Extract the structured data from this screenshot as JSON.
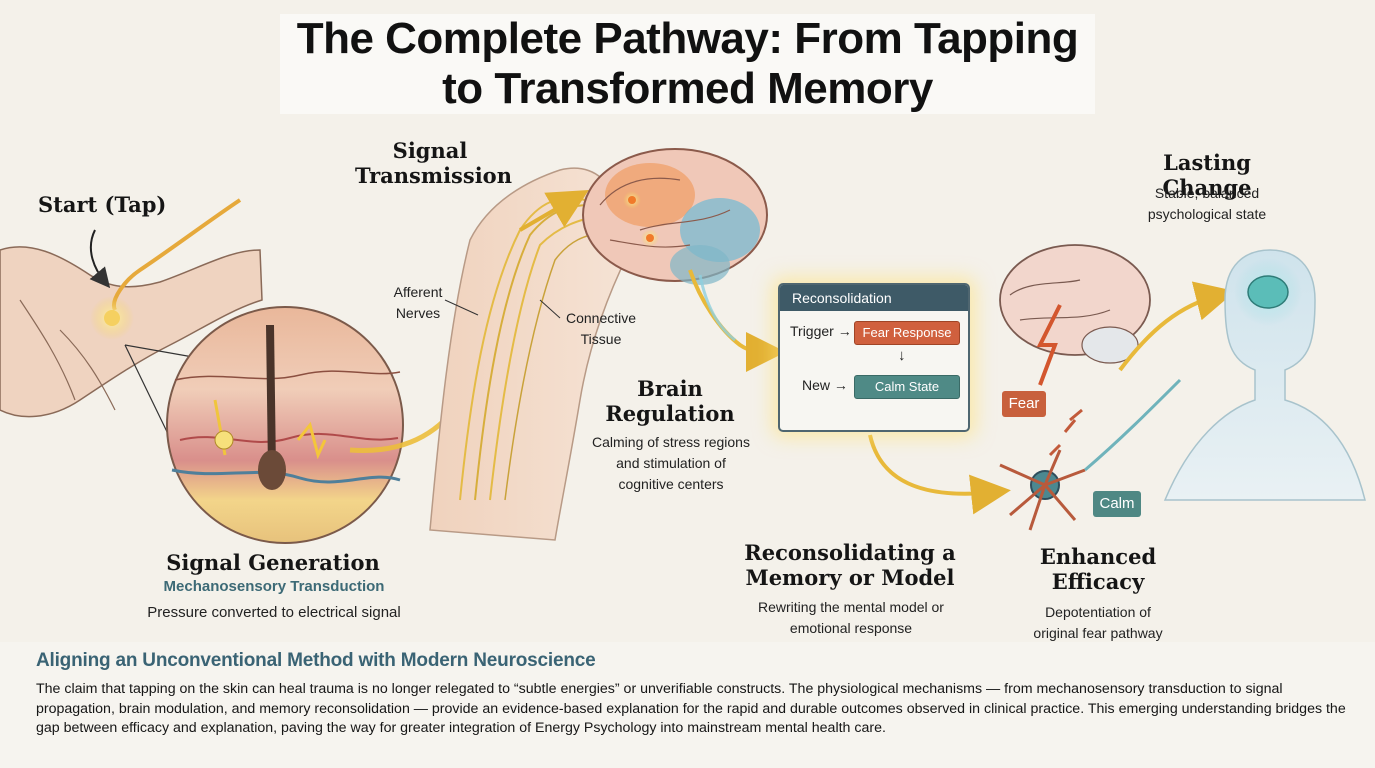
{
  "title": {
    "line1": "The Complete Pathway: From Tapping",
    "line2": "to Transformed Memory"
  },
  "start": {
    "label": "Start (Tap)"
  },
  "signal_generation": {
    "heading": "Signal Generation",
    "subheading": "Mechanosensory Transduction",
    "description": "Pressure converted to electrical signal"
  },
  "signal_transmission": {
    "heading_line1": "Signal",
    "heading_line2": "Transmission",
    "afferent_line1": "Afferent",
    "afferent_line2": "Nerves",
    "connective_line1": "Connective",
    "connective_line2": "Tissue"
  },
  "brain_regulation": {
    "heading_line1": "Brain",
    "heading_line2": "Regulation",
    "desc_line1": "Calming of stress regions",
    "desc_line2": "and stimulation of",
    "desc_line3": "cognitive centers"
  },
  "reconsolidation_card": {
    "header": "Reconsolidation",
    "trigger_label": "Trigger →",
    "fear_response": "Fear Response",
    "down_arrow": "↓",
    "new_label": "New →",
    "calm_state": "Calm State"
  },
  "reconsolidating": {
    "heading_line1": "Reconsolidating a",
    "heading_line2": "Memory or Model",
    "desc_line1": "Rewriting the mental model or",
    "desc_line2": "emotional response"
  },
  "enhanced_efficacy": {
    "heading_line1": "Enhanced",
    "heading_line2": "Efficacy",
    "desc_line1": "Depotentiation of",
    "desc_line2": "original fear pathway",
    "fear_tag": "Fear",
    "calm_tag": "Calm"
  },
  "lasting_change": {
    "heading": "Lasting Change",
    "desc_line1": "Stable, balanced",
    "desc_line2": "psychological state"
  },
  "footer": {
    "heading": "Aligning an Unconventional Method with Modern Neuroscience",
    "paragraph": "The claim that tapping on the skin can heal trauma is no longer relegated to “subtle energies” or unverifiable constructs. The physiological mechanisms — from mechanosensory transduction to signal propagation, brain modulation, and memory reconsolidation — provide an evidence-based explanation for the rapid and durable outcomes observed in clinical practice. This emerging understanding bridges the gap between efficacy and explanation, paving the way for greater integration of Energy Psychology into mainstream mental health care."
  },
  "colors": {
    "background": "#f4f1ea",
    "signal_gold": "#e8b93a",
    "fear": "#c8603c",
    "calm": "#4f8884",
    "card_header": "#3e5a67",
    "footer_heading": "#3a6374"
  },
  "icons": [
    "hand-illustration",
    "skin-cross-section",
    "arm-nerves-illustration",
    "brain-illustration",
    "fear-brain-illustration",
    "neuron-illustration",
    "calm-person-silhouette"
  ]
}
